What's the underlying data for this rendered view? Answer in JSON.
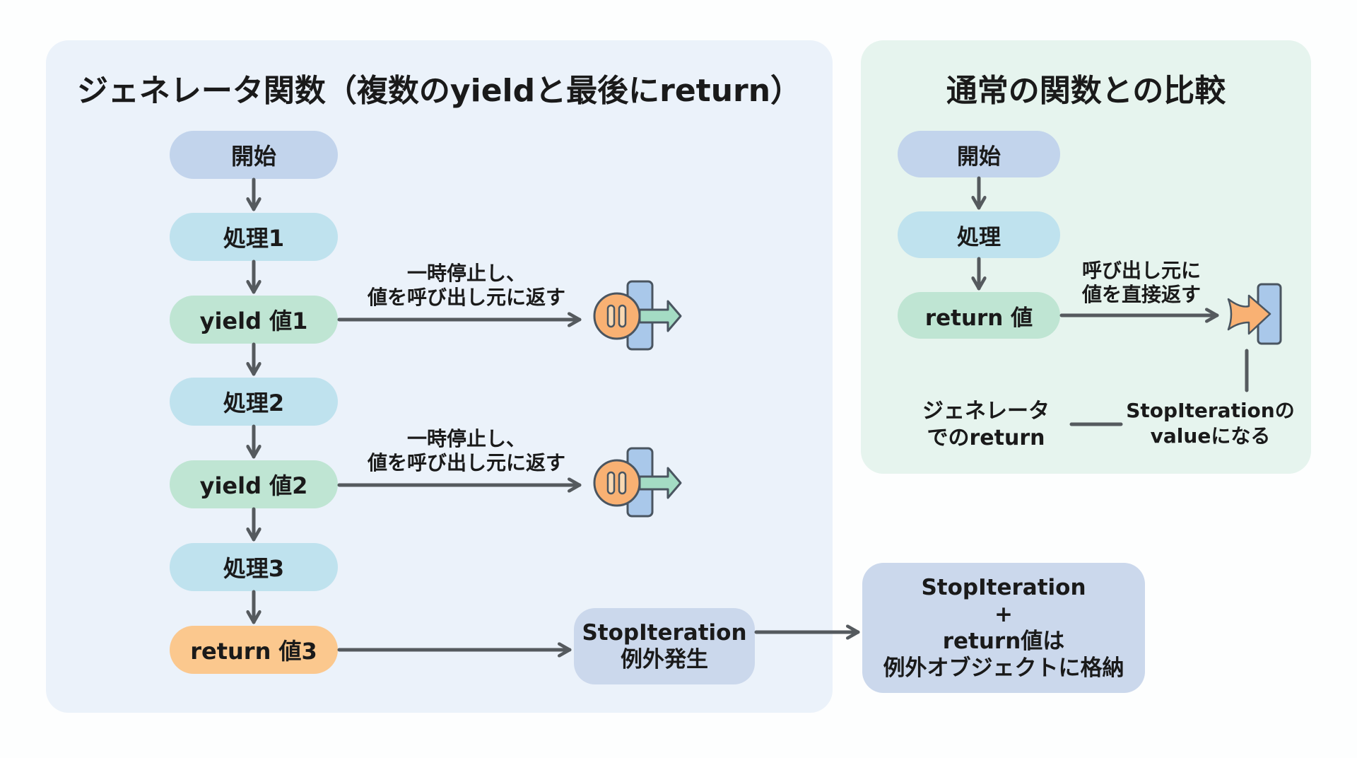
{
  "generator_panel": {
    "title": "ジェネレータ関数（複数のyieldと最後にreturn）",
    "nodes": [
      {
        "id": "start",
        "label": "開始",
        "kind": "start"
      },
      {
        "id": "proc1",
        "label": "処理1",
        "kind": "process"
      },
      {
        "id": "yield1",
        "label": "yield 値1",
        "kind": "yield"
      },
      {
        "id": "proc2",
        "label": "処理2",
        "kind": "process"
      },
      {
        "id": "yield2",
        "label": "yield 値2",
        "kind": "yield"
      },
      {
        "id": "proc3",
        "label": "処理3",
        "kind": "process"
      },
      {
        "id": "ret3",
        "label": "return 値3",
        "kind": "return"
      }
    ],
    "yield_annotations": [
      {
        "line1": "一時停止し、",
        "line2": "値を呼び出し元に返す",
        "icon": "pause-exit-icon"
      },
      {
        "line1": "一時停止し、",
        "line2": "値を呼び出し元に返す",
        "icon": "pause-exit-icon"
      }
    ],
    "stop_iteration_box": {
      "line1": "StopIteration",
      "line2": "例外発生"
    },
    "result_box": {
      "line1": "StopIteration",
      "line2": "+",
      "line3": "return値は",
      "line4": "例外オブジェクトに格納"
    }
  },
  "comparison_panel": {
    "title": "通常の関数との比較",
    "nodes": [
      {
        "id": "start",
        "label": "開始",
        "kind": "start"
      },
      {
        "id": "proc",
        "label": "処理",
        "kind": "process"
      },
      {
        "id": "ret",
        "label": "return 値",
        "kind": "yield"
      }
    ],
    "return_annotation": {
      "line1": "呼び出し元に",
      "line2": "値を直接返す",
      "icon": "direct-return-icon"
    },
    "note_left": {
      "line1": "ジェネレータ",
      "line2": "でのreturn"
    },
    "note_right": {
      "line1": "StopIterationの",
      "line2": "valueになる"
    }
  },
  "colors": {
    "start": "#c2d4ec",
    "process": "#bfe2ee",
    "yield": "#bfe5d3",
    "return": "#fbc88e",
    "exception_box": "#cbd8ec",
    "arrow": "#555a5e",
    "panel_generator": "#ebf2fa",
    "panel_comparison": "#e6f4ee"
  }
}
